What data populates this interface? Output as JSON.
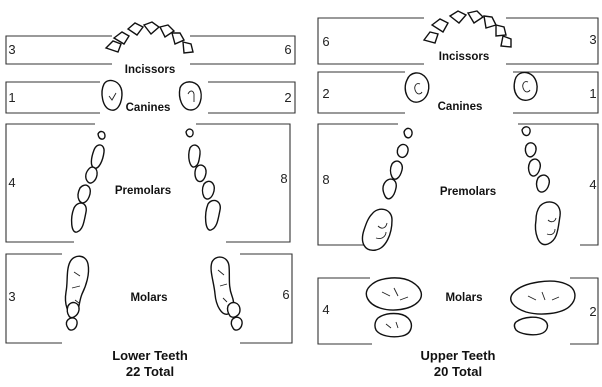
{
  "lower": {
    "incisors_label": "Incissors",
    "canines_label": "Canines",
    "premolars_label": "Premolars",
    "molars_label": "Molars",
    "incisors_left": "3",
    "incisors_right": "6",
    "canines_left": "1",
    "canines_right": "2",
    "premolars_left": "4",
    "premolars_right": "8",
    "molars_left": "3",
    "molars_right": "6",
    "caption_line1": "Lower Teeth",
    "caption_line2": "22 Total"
  },
  "upper": {
    "incisors_label": "Incissors",
    "canines_label": "Canines",
    "premolars_label": "Premolars",
    "molars_label": "Molars",
    "incisors_left": "6",
    "incisors_right": "3",
    "canines_left": "2",
    "canines_right": "1",
    "premolars_left": "8",
    "premolars_right": "4",
    "molars_left": "4",
    "molars_right": "2",
    "caption_line1": "Upper Teeth",
    "caption_line2": "20 Total"
  }
}
